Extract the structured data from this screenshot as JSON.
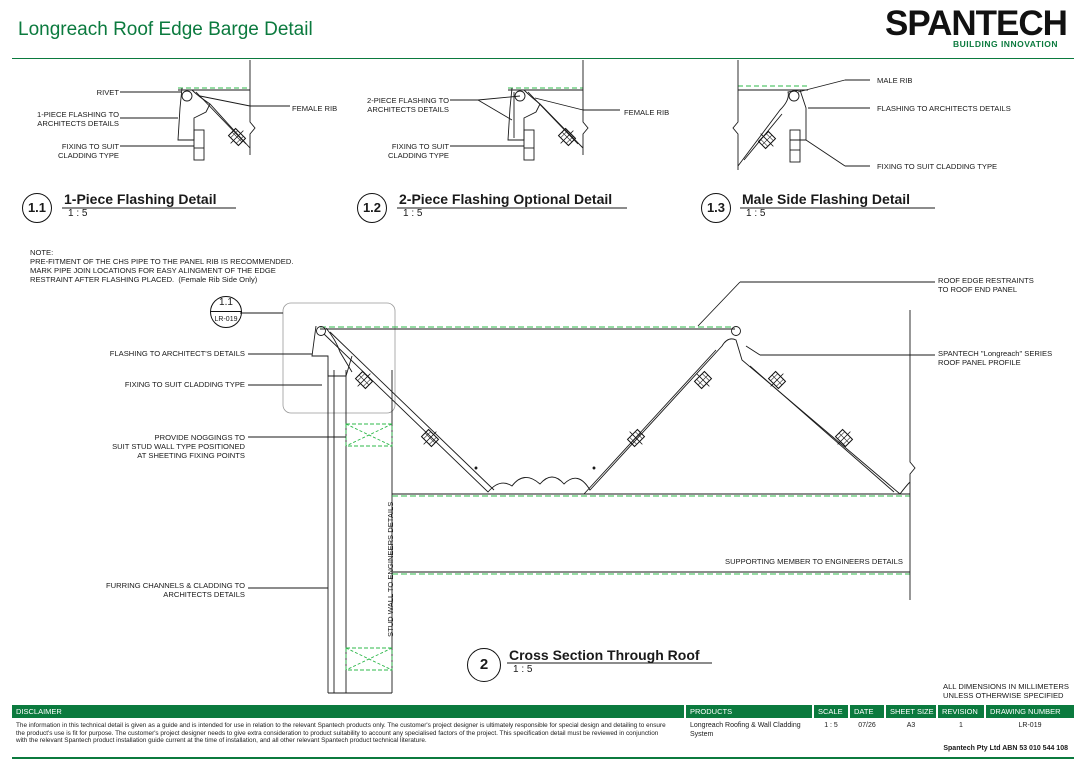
{
  "header": {
    "title": "Longreach Roof Edge Barge Detail",
    "logo_word": "SPANTECH",
    "logo_tagline": "BUILDING INNOVATION"
  },
  "detail_1_1": {
    "number": "1.1",
    "title": "1-Piece Flashing Detail",
    "scale": "1 : 5",
    "labels": {
      "rivet": "RIVET",
      "flashing": "1-PIECE FLASHING TO\nARCHITECTS DETAILS",
      "fixing": "FIXING TO SUIT\nCLADDING TYPE",
      "female_rib": "FEMALE RIB"
    }
  },
  "detail_1_2": {
    "number": "1.2",
    "title": "2-Piece Flashing Optional Detail",
    "scale": "1 : 5",
    "labels": {
      "flashing": "2-PIECE FLASHING TO\nARCHITECTS DETAILS",
      "fixing": "FIXING TO SUIT\nCLADDING TYPE",
      "female_rib": "FEMALE RIB"
    }
  },
  "detail_1_3": {
    "number": "1.3",
    "title": "Male Side Flashing Detail",
    "scale": "1 : 5",
    "labels": {
      "male_rib": "MALE RIB",
      "flashing": "FLASHING TO ARCHITECTS DETAILS",
      "fixing": "FIXING TO SUIT CLADDING TYPE"
    }
  },
  "note": "NOTE:\nPRE-FITMENT OF THE CHS PIPE TO THE PANEL RIB IS RECOMMENDED.\nMARK PIPE JOIN LOCATIONS FOR EASY ALINGMENT OF THE EDGE\nRESTRAINT AFTER FLASHING PLACED.  (Female Rib Side Only)",
  "section": {
    "callout_number": "1.1",
    "callout_ref": "LR-019",
    "number": "2",
    "title": "Cross Section Through Roof",
    "scale": "1 : 5",
    "labels": {
      "flashing": "FLASHING TO ARCHITECT'S DETAILS",
      "fixing": "FIXING TO SUIT CLADDING TYPE",
      "noggings": "PROVIDE NOGGINGS TO\nSUIT STUD WALL TYPE POSITIONED\nAT SHEETING FIXING POINTS",
      "furring": "FURRING CHANNELS & CLADDING TO\nARCHITECTS DETAILS",
      "stud_wall": "STUD WALL TO ENGINEERS DETAILS",
      "restraints": "ROOF EDGE RESTRAINTS\nTO ROOF END PANEL",
      "profile": "SPANTECH \"Longreach\" SERIES\nROOF PANEL PROFILE",
      "supporting": "SUPPORTING MEMBER TO ENGINEERS DETAILS"
    }
  },
  "dims_note": "ALL DIMENSIONS IN MILLIMETERS\nUNLESS OTHERWISE SPECIFIED",
  "footer": {
    "headers": {
      "disclaimer": "DISCLAIMER",
      "products": "PRODUCTS",
      "scale": "SCALE",
      "date": "DATE",
      "sheet_size": "SHEET SIZE",
      "revision": "REVISION",
      "drawing_number": "DRAWING NUMBER"
    },
    "disclaimer_text": "The information in this technical detail is given as a guide and is intended for use in relation to the relevant Spantech products only. The customer's project designer is ultimately responsible for special design and detailing to ensure the product's use is fit for purpose. The customer's project designer needs to give extra consideration to product suitability to account any specialised factors of the project. This specification detail must be reviewed in conjunction with the relevant Spantech product installation guide current at the time of installation, and all other relevant Spantech product technical literature.",
    "products": "Longreach Roofing & Wall Cladding System",
    "scale": "1 : 5",
    "date": "07/26",
    "sheet_size": "A3",
    "revision": "1",
    "drawing_number": "LR-019",
    "abn": "Spantech Pty Ltd ABN 53 010 544 108"
  },
  "colors": {
    "brand": "#0b7a3e",
    "green_dash": "#2db84a",
    "line": "#1a1a1a"
  }
}
